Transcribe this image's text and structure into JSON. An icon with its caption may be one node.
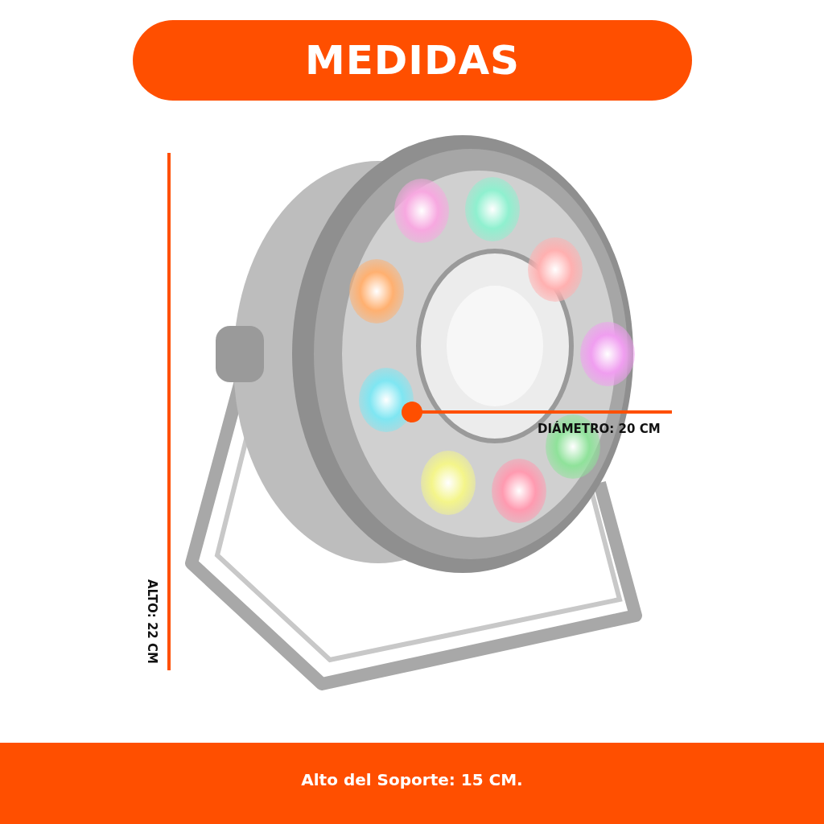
{
  "diagram": {
    "title": "MEDIDAS",
    "caption": "Alto del Soporte: 15 CM.",
    "labels": [
      "DIÁMETRO: 20 CM",
      "ALTO: 22 CM"
    ]
  }
}
